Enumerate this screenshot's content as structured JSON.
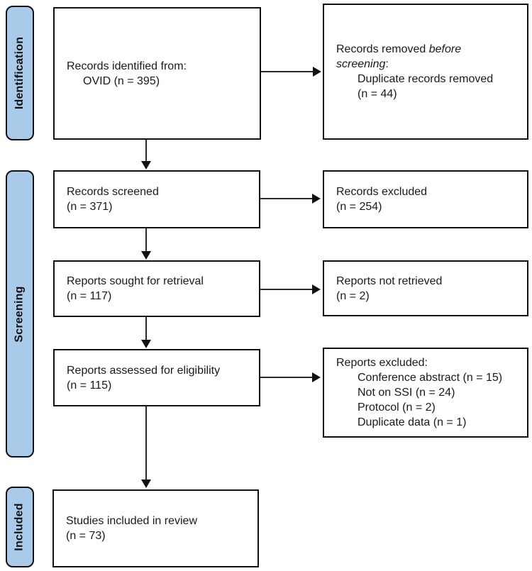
{
  "diagram": {
    "type": "prisma-flow",
    "colors": {
      "stage_fill": "#a9cbe9",
      "box_border": "#111111",
      "arrow": "#2a2a2a",
      "background": "#ffffff",
      "text": "#1a1a1a"
    },
    "stages": {
      "identification": "Identification",
      "screening": "Screening",
      "included": "Included"
    },
    "boxes": {
      "identified": {
        "line1": "Records identified from:",
        "line2": "OVID (n = 395)"
      },
      "removed_before_screening": {
        "l1_normal": "Records removed",
        "l1_italic": "before",
        "l2_italic": "screening",
        "l2_suffix": ":",
        "items": [
          "Duplicate records removed",
          "(n = 44)"
        ]
      },
      "screened": {
        "line1": "Records screened",
        "line2": "(n = 371)"
      },
      "records_excluded": {
        "line1": "Records excluded",
        "line2": "(n = 254)"
      },
      "sought": {
        "line1": "Reports sought for retrieval",
        "line2": "(n = 117)"
      },
      "not_retrieved": {
        "line1": "Reports not retrieved",
        "line2": "(n = 2)"
      },
      "assessed": {
        "line1": "Reports assessed for eligibility",
        "line2": "(n = 115)"
      },
      "reports_excluded": {
        "title": "Reports excluded:",
        "items": [
          "Conference abstract (n = 15)",
          "Not on SSI (n = 24)",
          "Protocol (n = 2)",
          "Duplicate data (n = 1)"
        ]
      },
      "included_in_review": {
        "line1": "Studies included in review",
        "line2": "(n = 73)"
      }
    }
  }
}
